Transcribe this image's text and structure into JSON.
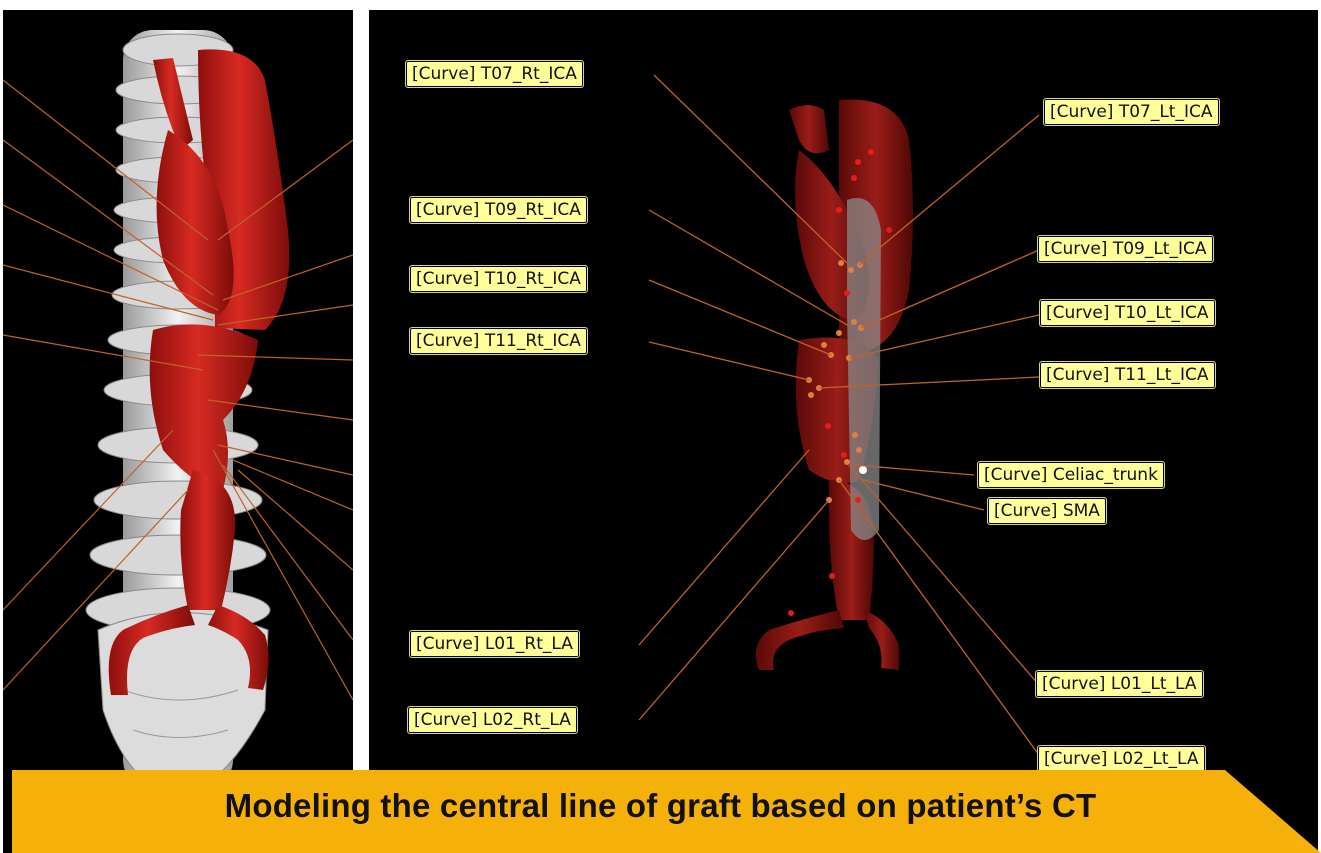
{
  "left_panel": {
    "description_hidden": false
  },
  "right_panel": {
    "labels_left": [
      {
        "id": "t07-rt",
        "text": "[Curve] T07_Rt_ICA"
      },
      {
        "id": "t09-rt",
        "text": "[Curve] T09_Rt_ICA"
      },
      {
        "id": "t10-rt",
        "text": "[Curve] T10_Rt_ICA"
      },
      {
        "id": "t11-rt",
        "text": "[Curve] T11_Rt_ICA"
      },
      {
        "id": "l01-rt",
        "text": "[Curve] L01_Rt_LA"
      },
      {
        "id": "l02-rt",
        "text": "[Curve] L02_Rt_LA"
      }
    ],
    "labels_right": [
      {
        "id": "t07-lt",
        "text": "[Curve] T07_Lt_ICA"
      },
      {
        "id": "t09-lt",
        "text": "[Curve] T09_Lt_ICA"
      },
      {
        "id": "t10-lt",
        "text": "[Curve] T10_Lt_ICA"
      },
      {
        "id": "t11-lt",
        "text": "[Curve] T11_Lt_ICA"
      },
      {
        "id": "celiac",
        "text": "[Curve] Celiac_trunk"
      },
      {
        "id": "sma",
        "text": "[Curve] SMA"
      },
      {
        "id": "l01-lt",
        "text": "[Curve] L01_Lt_LA"
      },
      {
        "id": "l02-lt",
        "text": "[Curve] L02_Lt_LA"
      }
    ]
  },
  "caption": {
    "text": "Modeling the central line of graft based on patient’s CT",
    "banner_color": "#f5b10a"
  },
  "colors": {
    "aorta": "#c8201c",
    "bone": "#e6e6e6",
    "leader": "#c0622a",
    "label_bg": "#ffff99"
  }
}
